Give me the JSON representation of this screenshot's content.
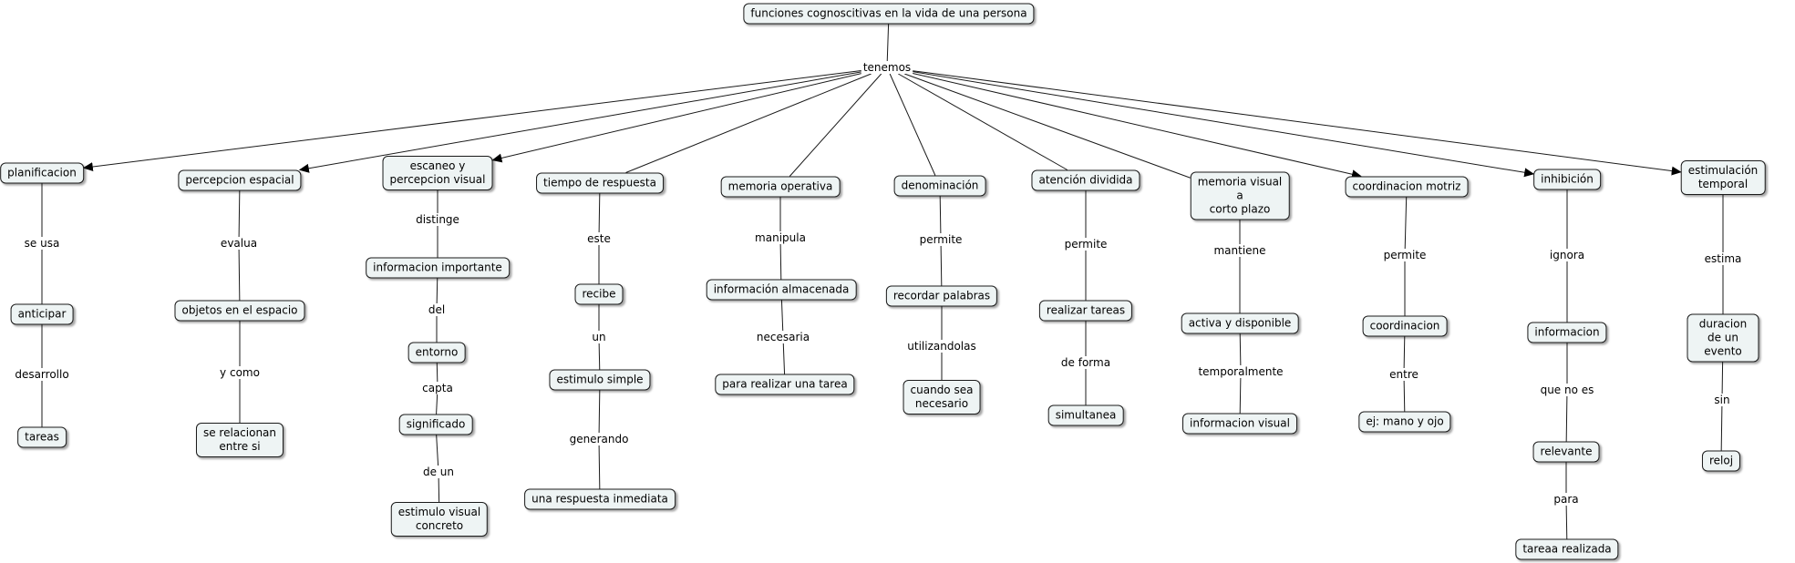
{
  "concepts": {
    "root": "funciones cognoscitivas en la vida de una persona",
    "plan": "planificacion",
    "anticipar": "anticipar",
    "tareas": "tareas",
    "percep": "percepcion espacial",
    "objetos": "objetos en el espacio",
    "serel": "se relacionan\nentre si",
    "escaneo": "escaneo y\npercepcion visual",
    "infoimp": "informacion importante",
    "entorno": "entorno",
    "significado": "significado",
    "estvis": "estimulo visual\nconcreto",
    "tiempo": "tiempo de respuesta",
    "recibe": "recibe",
    "estsimple": "estimulo simple",
    "respuesta": "una respuesta inmediata",
    "memop": "memoria operativa",
    "infoalm": "información almacenada",
    "realtarea": "para realizar una tarea",
    "denom": "denominación",
    "recordar": "recordar palabras",
    "cuando": "cuando sea\nnecesario",
    "atencion": "atención dividida",
    "realtareas": "realizar tareas",
    "simultanea": "simultanea",
    "memvis": "memoria visual\na\ncorto plazo",
    "activa": "activa y disponible",
    "infovis": "informacion visual",
    "coord": "coordinacion motriz",
    "coordinacion": "coordinacion",
    "ejmano": "ej: mano y ojo",
    "inhib": "inhibición",
    "informacion": "informacion",
    "relevante": "relevante",
    "tareaa": "tareaa realizada",
    "estim": "estimulación temporal",
    "duracion": "duracion de un evento",
    "reloj": "reloj"
  },
  "linking_phrases": {
    "tenemos": "tenemos",
    "seusa": "se usa",
    "desarrollo": "desarrollo",
    "evalua": "evalua",
    "ycomo": "y como",
    "distinge": "distinge",
    "del": "del",
    "capta": "capta",
    "deun": "de un",
    "este": "este",
    "un": "un",
    "generando": "generando",
    "manipula": "manipula",
    "necesaria": "necesaria",
    "permite1": "permite",
    "utilizandolas": "utilizandolas",
    "permite2": "permite",
    "deforma": "de forma",
    "mantiene": "mantiene",
    "temporalmente": "temporalmente",
    "permite3": "permite",
    "entre": "entre",
    "ignora": "ignora",
    "quenoes": "que no es",
    "para": "para",
    "estima": "estima",
    "sin": "sin"
  },
  "colors": {
    "node_fill": "#eef4f4",
    "node_border": "#1a1a1a",
    "line": "#1a1a1a"
  }
}
